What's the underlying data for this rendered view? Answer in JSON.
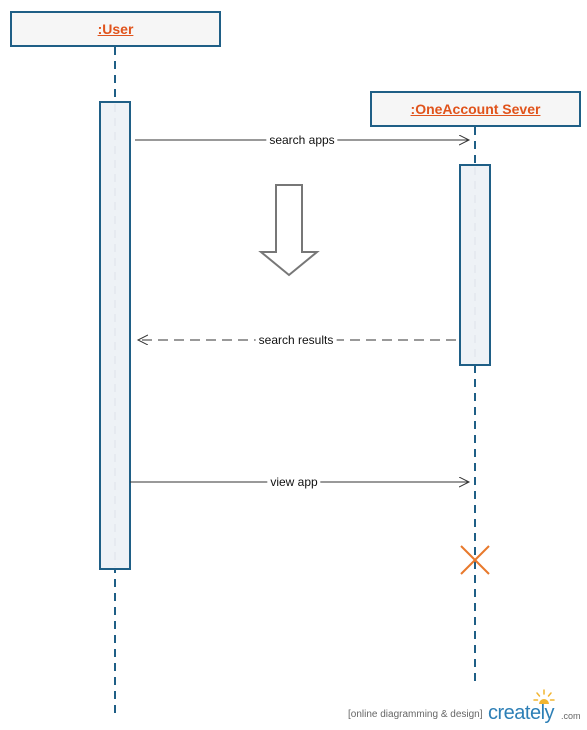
{
  "lifelines": {
    "user": {
      "label": ":User"
    },
    "server": {
      "label": ":OneAccount Sever"
    }
  },
  "messages": {
    "search_apps": {
      "label": "search apps",
      "style": "solid"
    },
    "search_results": {
      "label": "search results",
      "style": "dashed"
    },
    "view_app": {
      "label": "view app",
      "style": "solid"
    }
  },
  "watermark": {
    "text": "[online diagramming & design]",
    "brand": "creately",
    "suffix": ".com"
  },
  "colors": {
    "lifeline": "#1f5f86",
    "activation_fill": "#eef2f6",
    "label_text": "#e0531b",
    "arrow": "#333333",
    "destroy": "#e8792c",
    "brand": "#2d7fb6",
    "sun": "#f2b530"
  },
  "icons": {
    "flow_arrow": "down-arrow-icon",
    "destroy_mark": "destroy-x-icon",
    "brand_sun": "sun-icon"
  }
}
